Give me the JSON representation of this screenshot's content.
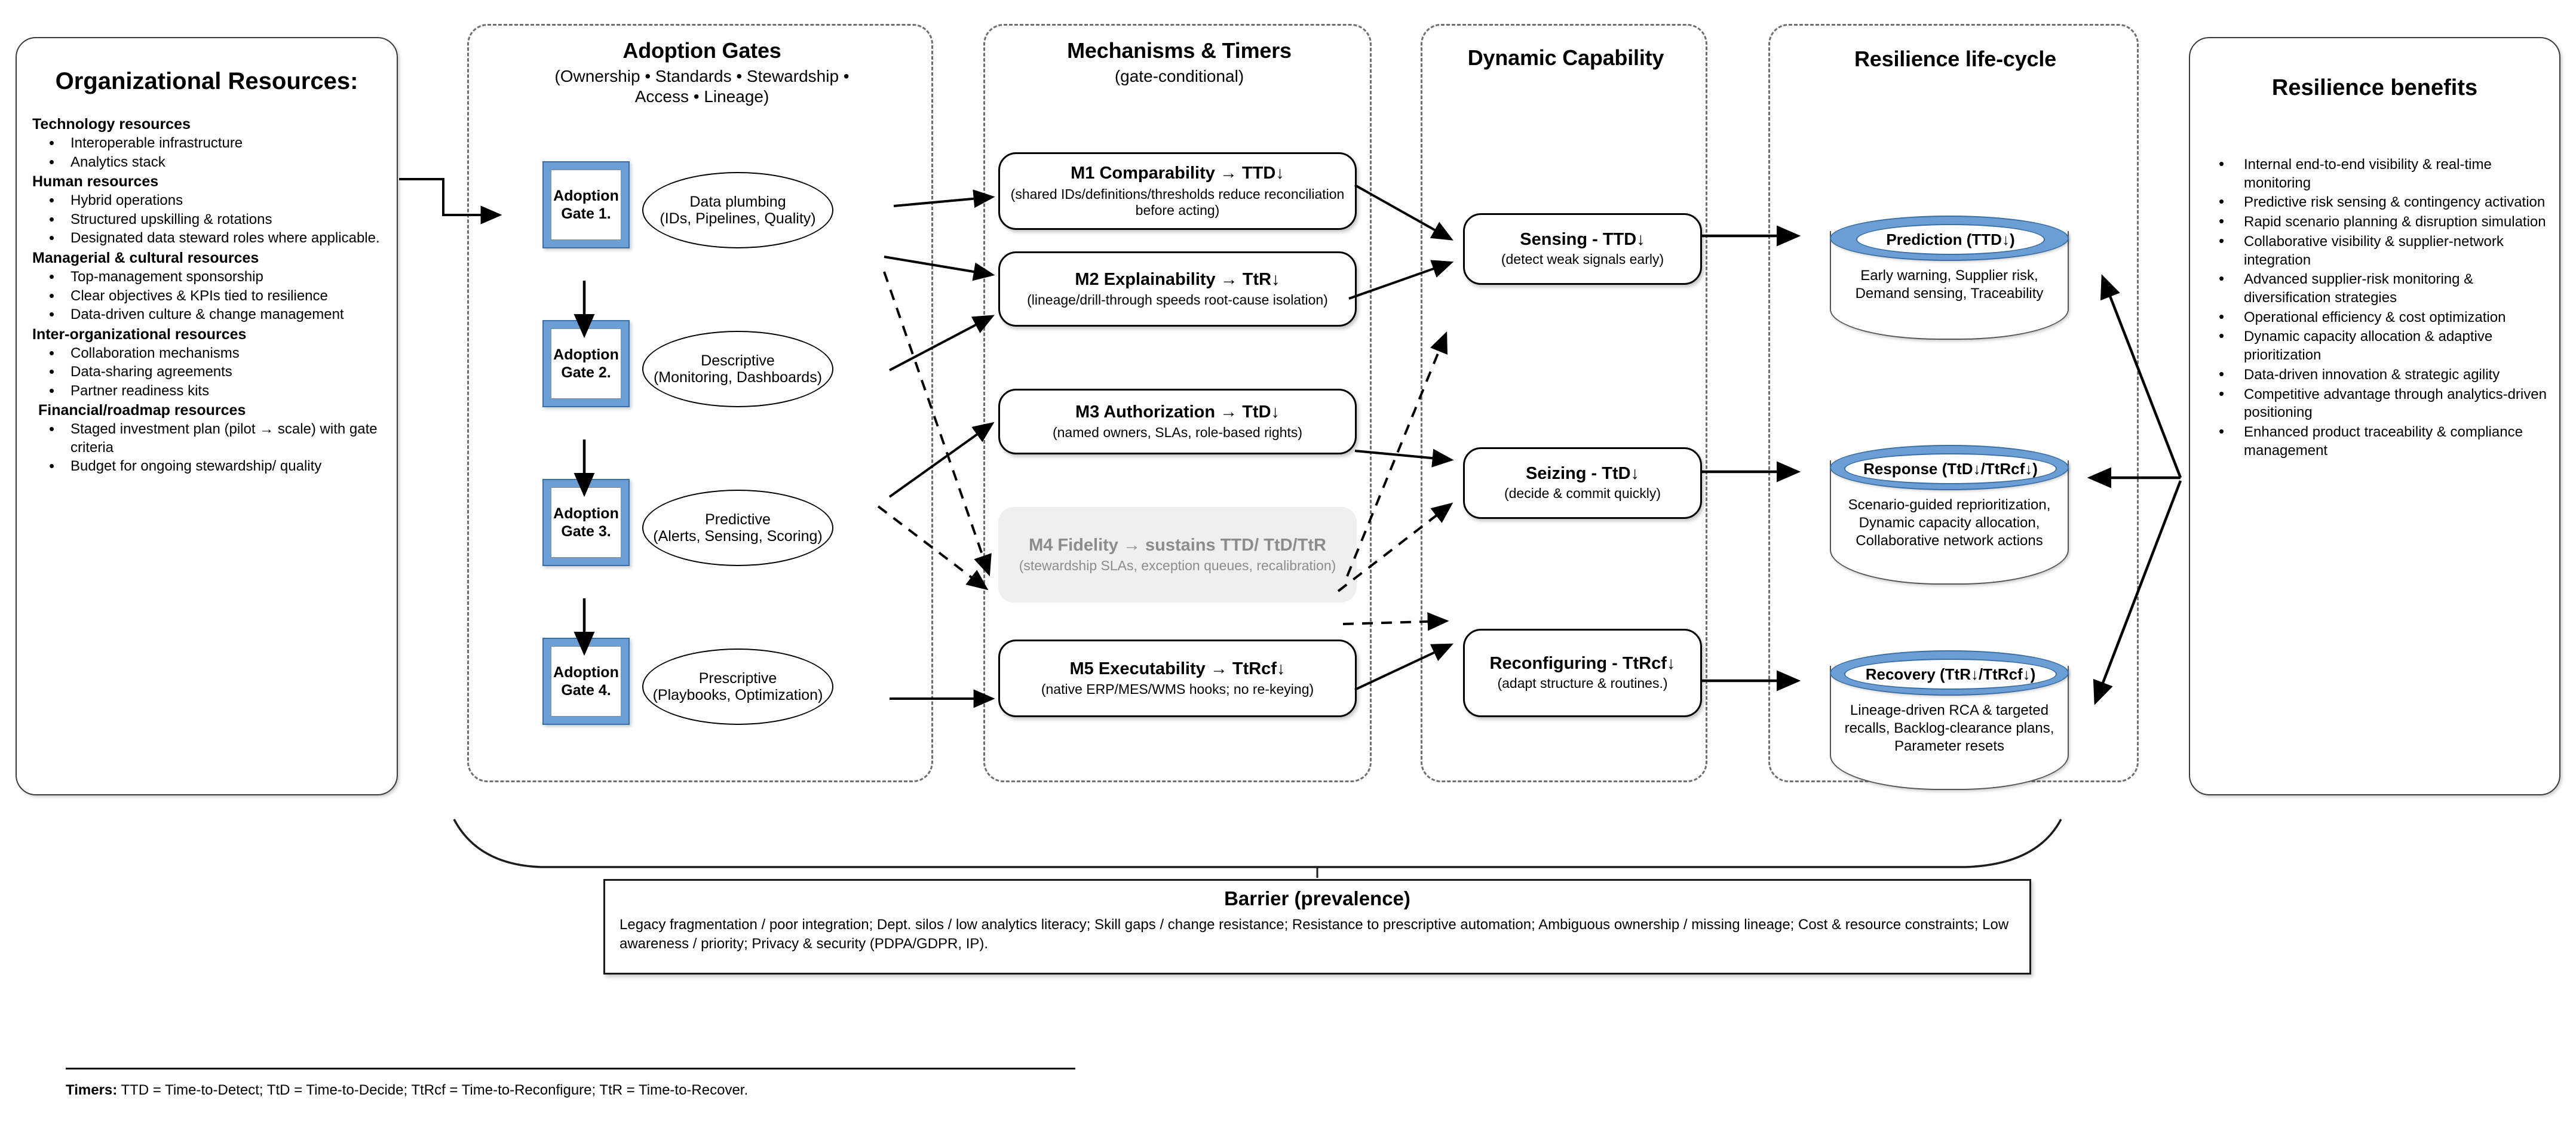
{
  "resources": {
    "title": "Organizational Resources:",
    "groups": [
      {
        "heading": "Technology resources",
        "items": [
          "Interoperable infrastructure",
          "Analytics stack"
        ]
      },
      {
        "heading": "Human resources",
        "items": [
          "Hybrid operations",
          "Structured upskilling & rotations",
          "Designated data steward roles where applicable."
        ]
      },
      {
        "heading": "Managerial & cultural resources",
        "items": [
          "Top-management sponsorship",
          "Clear objectives & KPIs tied to resilience",
          "Data-driven culture & change management"
        ]
      },
      {
        "heading": "Inter-organizational resources",
        "items": [
          "Collaboration mechanisms",
          "Data-sharing agreements",
          "Partner readiness kits"
        ]
      },
      {
        "heading": "Financial/roadmap resources",
        "items": [
          "Staged investment plan (pilot → scale) with gate criteria",
          "Budget for ongoing stewardship/ quality"
        ]
      }
    ]
  },
  "gates": {
    "title": "Adoption Gates",
    "subtitle_line1": "(Ownership • Standards • Stewardship •",
    "subtitle_line2": "Access • Lineage)",
    "nodes": [
      {
        "label": "Adoption Gate 1."
      },
      {
        "label": "Adoption Gate 2."
      },
      {
        "label": "Adoption Gate 3."
      },
      {
        "label": "Adoption Gate 4."
      }
    ],
    "ellipses": [
      {
        "line1": "Data plumbing",
        "line2": "(IDs, Pipelines, Quality)"
      },
      {
        "line1": "Descriptive",
        "line2": "(Monitoring, Dashboards)"
      },
      {
        "line1": "Predictive",
        "line2": "(Alerts, Sensing, Scoring)"
      },
      {
        "line1": "Prescriptive",
        "line2": "(Playbooks, Optimization)"
      }
    ]
  },
  "mechanisms": {
    "title": "Mechanisms & Timers",
    "subtitle": "(gate-conditional)",
    "items": [
      {
        "title": "M1 Comparability → TTD↓",
        "sub": "(shared IDs/definitions/thresholds reduce reconciliation before acting)",
        "muted": false
      },
      {
        "title": "M2 Explainability → TtR↓",
        "sub": "(lineage/drill-through speeds root-cause isolation)",
        "muted": false
      },
      {
        "title": "M3 Authorization → TtD↓",
        "sub": "(named owners, SLAs, role-based rights)",
        "muted": false
      },
      {
        "title": "M4 Fidelity → sustains TTD/ TtD/TtR",
        "sub": "(stewardship SLAs, exception queues, recalibration)",
        "muted": true
      },
      {
        "title": "M5 Executability → TtRcf↓",
        "sub": "(native ERP/MES/WMS hooks; no re-keying)",
        "muted": false
      }
    ]
  },
  "dynamic_capability": {
    "title": "Dynamic Capability",
    "items": [
      {
        "title": "Sensing - TTD↓",
        "sub": "(detect weak signals early)"
      },
      {
        "title": "Seizing - TtD↓",
        "sub": "(decide & commit quickly)"
      },
      {
        "title": "Reconfiguring - TtRcf↓",
        "sub": "(adapt structure & routines.)"
      }
    ]
  },
  "lifecycle": {
    "title": "Resilience life-cycle",
    "items": [
      {
        "label": "Prediction (TTD↓)",
        "body": "Early warning, Supplier risk, Demand sensing, Traceability"
      },
      {
        "label": "Response (TtD↓/TtRcf↓)",
        "body": "Scenario-guided reprioritization, Dynamic capacity allocation, Collaborative network actions"
      },
      {
        "label": "Recovery (TtR↓/TtRcf↓)",
        "body": "Lineage-driven RCA & targeted recalls, Backlog-clearance plans, Parameter resets"
      }
    ]
  },
  "benefits": {
    "title": "Resilience benefits",
    "items": [
      "Internal end-to-end visibility & real-time monitoring",
      "Predictive risk sensing & contingency activation",
      "Rapid scenario planning & disruption simulation",
      "Collaborative visibility & supplier-network integration",
      "Advanced supplier-risk monitoring & diversification strategies",
      "Operational efficiency & cost optimization",
      "Dynamic capacity allocation & adaptive prioritization",
      "Data-driven innovation & strategic agility",
      "Competitive advantage through analytics-driven positioning",
      "Enhanced product traceability & compliance management"
    ]
  },
  "barrier": {
    "title": "Barrier (prevalence)",
    "body": "Legacy fragmentation / poor integration; Dept. silos / low analytics literacy; Skill gaps / change resistance; Resistance to prescriptive automation; Ambiguous ownership / missing lineage; Cost & resource constraints; Low awareness / priority; Privacy & security (PDPA/GDPR, IP)."
  },
  "footnote": {
    "label": "Timers:",
    "text": " TTD = Time-to-Detect; TtD = Time-to-Decide; TtRcf = Time-to-Reconfigure; TtR = Time-to-Recover."
  },
  "colors": {
    "gate_fill": "#6b9ed4",
    "gate_stroke": "#3a6ea5",
    "panel_stroke": "#3a3a3a",
    "dashed_stroke": "#6f6f6f",
    "muted_text": "#8c8c8c",
    "muted_fill": "#efefef"
  }
}
